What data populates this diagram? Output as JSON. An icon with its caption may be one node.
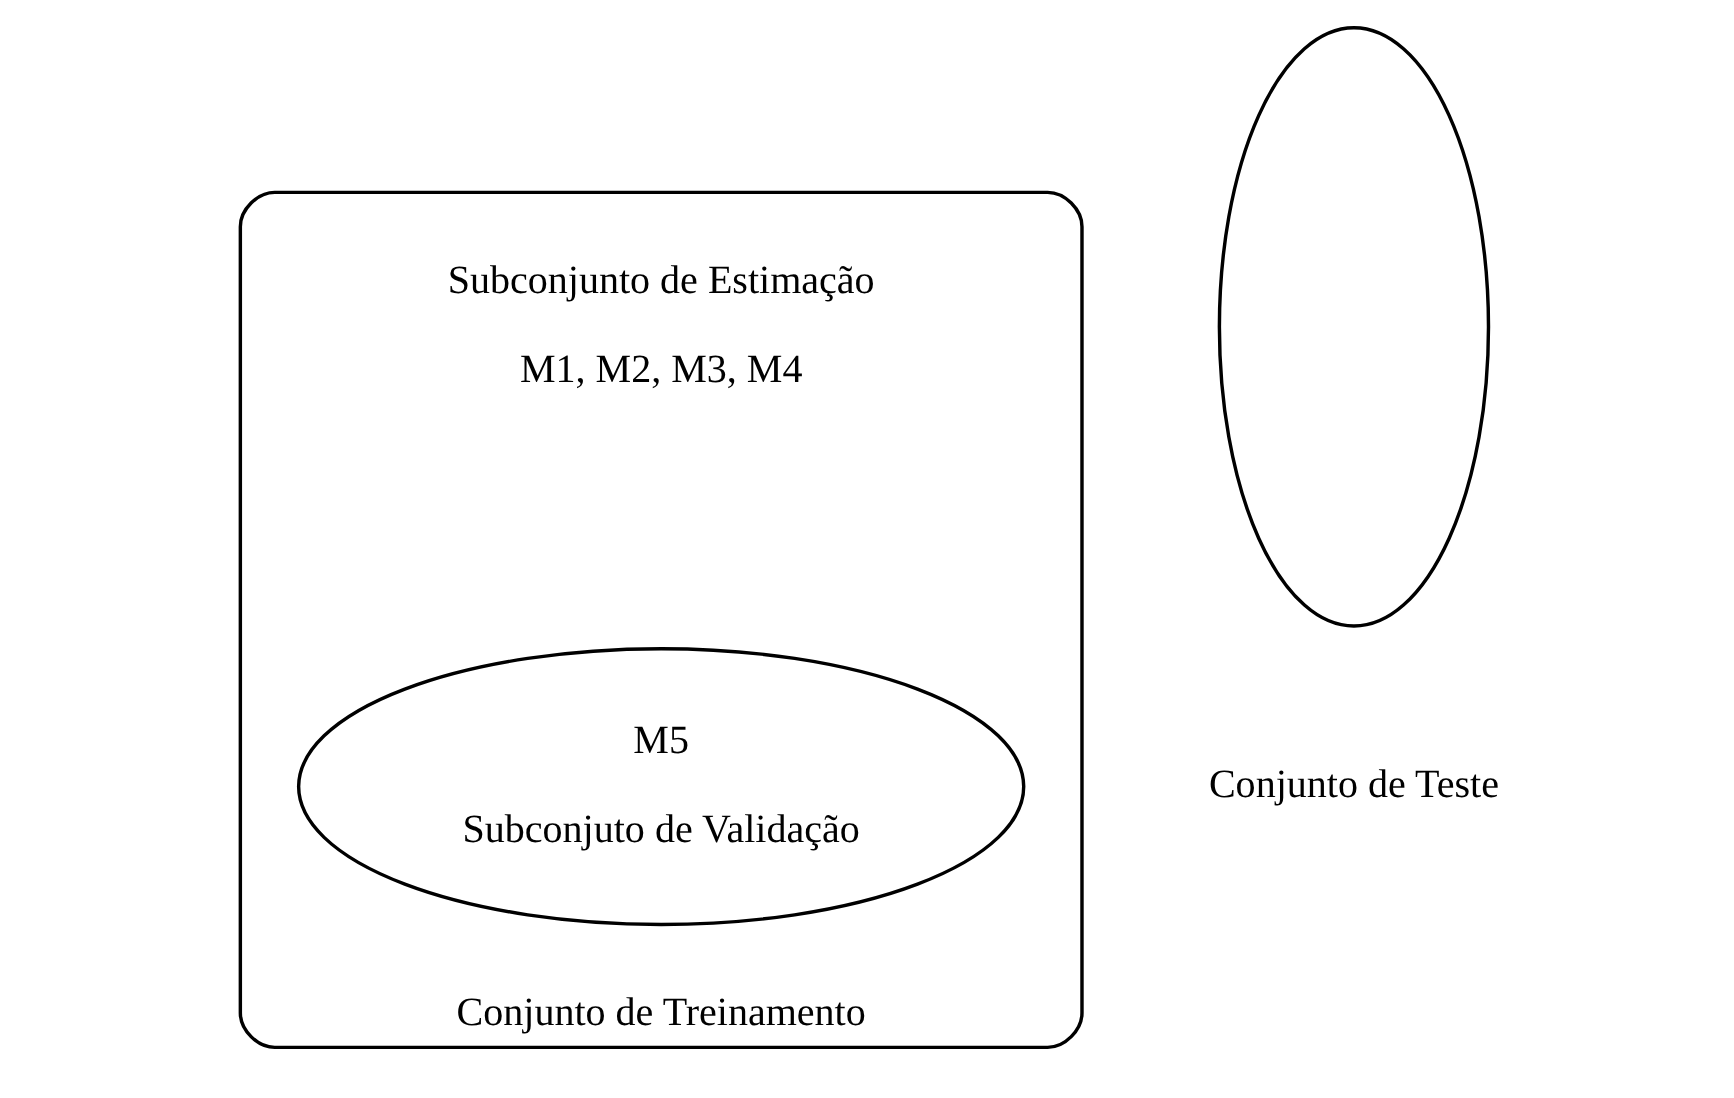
{
  "diagram": {
    "nodes": [
      {
        "text": [
          "Subconjunto de Estimação",
          "M1, M2, M3, M4"
        ],
        "beside": [
          "Conjunto de Treinamento"
        ]
      },
      {
        "text": [
          "M5",
          "Subconjuto de Validação"
        ],
        "in": 0
      },
      {
        "text": [],
        "shape": "ellipse",
        "beside": [
          "Conjunto de Teste"
        ]
      }
    ],
    "edges": []
  }
}
